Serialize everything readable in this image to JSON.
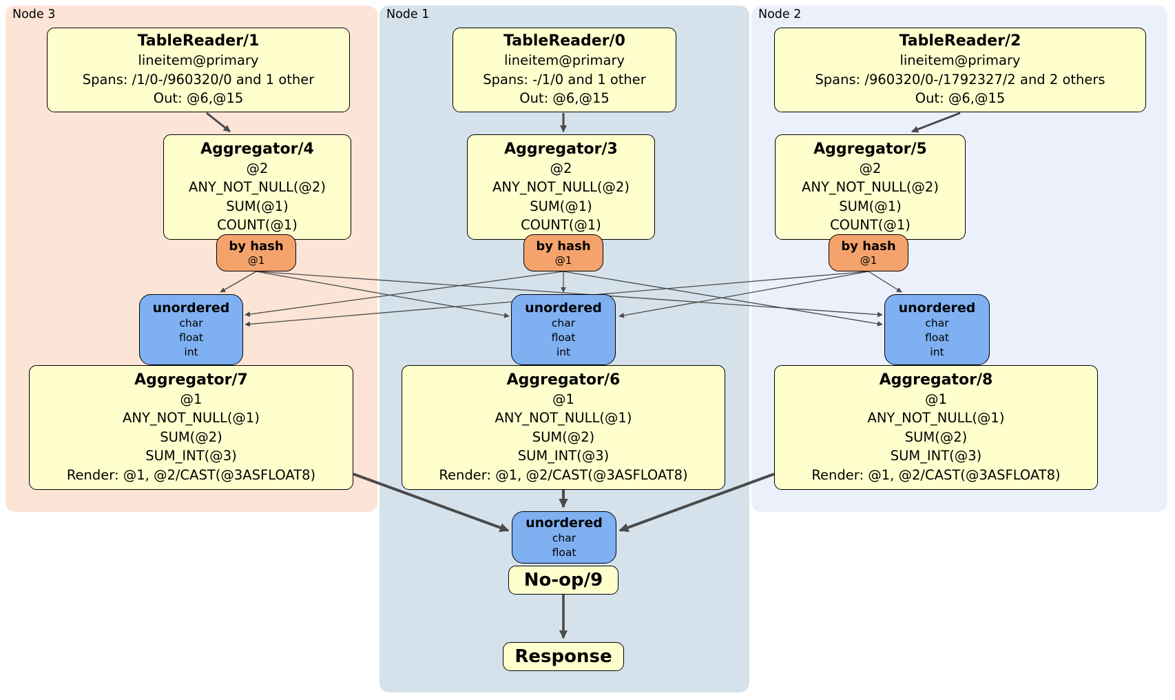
{
  "regions": [
    {
      "label": "Node 3"
    },
    {
      "label": "Node 1"
    },
    {
      "label": "Node 2"
    }
  ],
  "colors": {
    "node3_bg": "#FCE4D6",
    "node1_bg": "#D5E2EB",
    "node2_bg": "#EBF0FA",
    "processor_fill": "#FFFFCE",
    "router_fill": "#F5A36C",
    "sync_fill": "#7EB0F2",
    "edge": "#4a4a4a"
  },
  "boxes": {
    "tr1": {
      "title": "TableReader/1",
      "lines": [
        "lineitem@primary",
        "Spans: /1/0-/960320/0 and 1 other",
        "Out: @6,@15"
      ]
    },
    "tr0": {
      "title": "TableReader/0",
      "lines": [
        "lineitem@primary",
        "Spans: -/1/0 and 1 other",
        "Out: @6,@15"
      ]
    },
    "tr2": {
      "title": "TableReader/2",
      "lines": [
        "lineitem@primary",
        "Spans: /960320/0-/1792327/2 and 2 others",
        "Out: @6,@15"
      ]
    },
    "agg4": {
      "title": "Aggregator/4",
      "lines": [
        "@2",
        "ANY_NOT_NULL(@2)",
        "SUM(@1)",
        "COUNT(@1)"
      ]
    },
    "agg3": {
      "title": "Aggregator/3",
      "lines": [
        "@2",
        "ANY_NOT_NULL(@2)",
        "SUM(@1)",
        "COUNT(@1)"
      ]
    },
    "agg5": {
      "title": "Aggregator/5",
      "lines": [
        "@2",
        "ANY_NOT_NULL(@2)",
        "SUM(@1)",
        "COUNT(@1)"
      ]
    },
    "router3": {
      "title": "by hash",
      "lines": [
        "@1"
      ]
    },
    "router1": {
      "title": "by hash",
      "lines": [
        "@1"
      ]
    },
    "router2": {
      "title": "by hash",
      "lines": [
        "@1"
      ]
    },
    "sync3": {
      "title": "unordered",
      "lines": [
        "char",
        "float",
        "int"
      ]
    },
    "sync1": {
      "title": "unordered",
      "lines": [
        "char",
        "float",
        "int"
      ]
    },
    "sync2": {
      "title": "unordered",
      "lines": [
        "char",
        "float",
        "int"
      ]
    },
    "agg7": {
      "title": "Aggregator/7",
      "lines": [
        "@1",
        "ANY_NOT_NULL(@1)",
        "SUM(@2)",
        "SUM_INT(@3)",
        "Render: @1, @2/CAST(@3ASFLOAT8)"
      ]
    },
    "agg6": {
      "title": "Aggregator/6",
      "lines": [
        "@1",
        "ANY_NOT_NULL(@1)",
        "SUM(@2)",
        "SUM_INT(@3)",
        "Render: @1, @2/CAST(@3ASFLOAT8)"
      ]
    },
    "agg8": {
      "title": "Aggregator/8",
      "lines": [
        "@1",
        "ANY_NOT_NULL(@1)",
        "SUM(@2)",
        "SUM_INT(@3)",
        "Render: @1, @2/CAST(@3ASFLOAT8)"
      ]
    },
    "syncFinal": {
      "title": "unordered",
      "lines": [
        "char",
        "float"
      ]
    },
    "noop": {
      "title": "No-op/9"
    },
    "response": {
      "title": "Response"
    }
  }
}
